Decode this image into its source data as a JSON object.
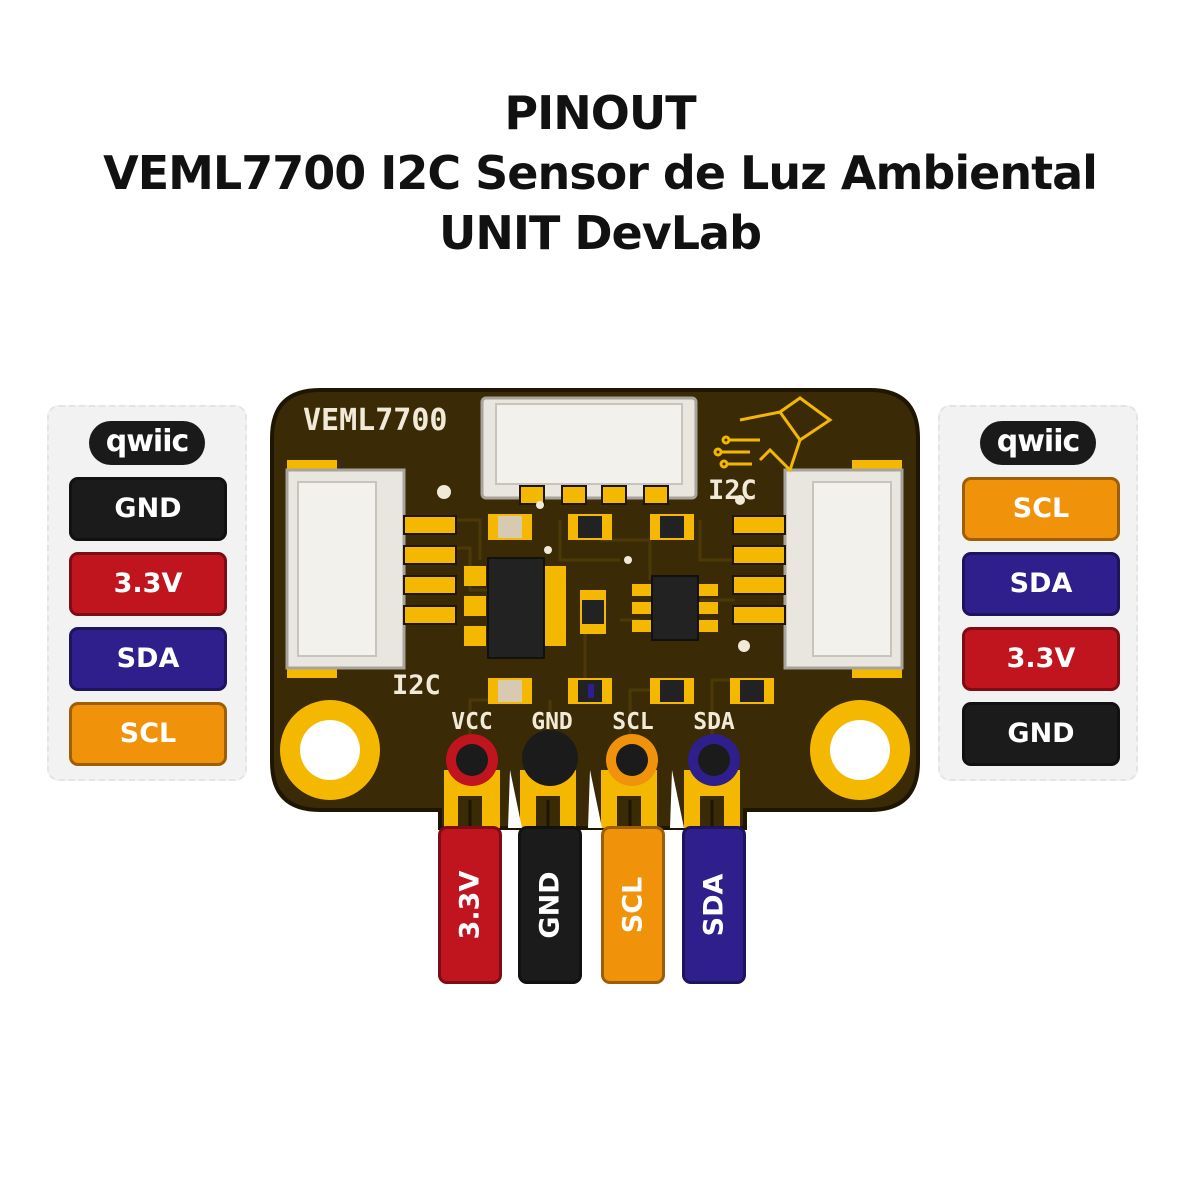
{
  "title": {
    "line1": "PINOUT",
    "line2": "VEML7700 I2C Sensor de Luz Ambiental",
    "line3": "UNIT DevLab"
  },
  "colors": {
    "gnd": "#1b1b1b",
    "vcc": "#c0141f",
    "sda": "#2e1f8c",
    "scl": "#f0930a",
    "pcb": "#3a2a06",
    "gold": "#f5b800"
  },
  "qwiic_left": {
    "logo": "qwiic",
    "pins": [
      {
        "label": "GND",
        "color": "#1b1b1b"
      },
      {
        "label": "3.3V",
        "color": "#c0141f"
      },
      {
        "label": "SDA",
        "color": "#2e1f8c"
      },
      {
        "label": "SCL",
        "color": "#f0930a"
      }
    ]
  },
  "qwiic_right": {
    "logo": "qwiic",
    "pins": [
      {
        "label": "SCL",
        "color": "#f0930a"
      },
      {
        "label": "SDA",
        "color": "#2e1f8c"
      },
      {
        "label": "3.3V",
        "color": "#c0141f"
      },
      {
        "label": "GND",
        "color": "#1b1b1b"
      }
    ]
  },
  "header_pins": [
    {
      "label": "3.3V",
      "color": "#c0141f"
    },
    {
      "label": "GND",
      "color": "#1b1b1b"
    },
    {
      "label": "SCL",
      "color": "#f0930a"
    },
    {
      "label": "SDA",
      "color": "#2e1f8c"
    }
  ],
  "board": {
    "name": "VEML7700",
    "i2c_left": "I2C",
    "i2c_right": "I2C",
    "silk_vcc": "VCC",
    "silk_gnd": "GND",
    "silk_scl": "SCL",
    "silk_sda": "SDA"
  }
}
